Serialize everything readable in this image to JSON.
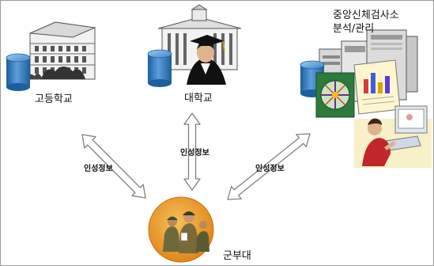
{
  "nodes": {
    "high_school": {
      "label": "고등학교"
    },
    "university": {
      "label": "대학교"
    },
    "center": {
      "title_line1": "중앙신체검사소",
      "title_line2": "분석/관리"
    },
    "military": {
      "label": "군부대"
    }
  },
  "arrows": {
    "left": {
      "label": "인성정보"
    },
    "middle": {
      "label": "인성정보"
    },
    "right": {
      "label": "인성정보"
    }
  },
  "colors": {
    "database": "#2b73b8",
    "arrow_fill": "#ffffff",
    "arrow_stroke": "#7f7f7f",
    "military_circle": "#e8951c"
  }
}
